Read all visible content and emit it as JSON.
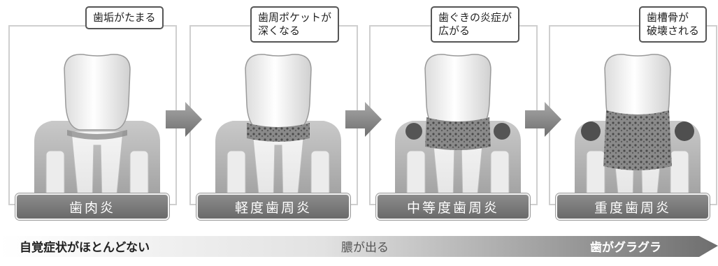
{
  "stages": [
    {
      "label": "歯肉炎",
      "callout": "歯垢がたまる"
    },
    {
      "label": "軽度歯周炎",
      "callout": "歯周ポケットが\n深くなる"
    },
    {
      "label": "中等度歯周炎",
      "callout": "歯ぐきの炎症が\n広がる"
    },
    {
      "label": "重度歯周炎",
      "callout": "歯槽骨が\n破壊される"
    }
  ],
  "progress": {
    "start": "自覚症状がほとんどない",
    "middle": "膿が出る",
    "end": "歯がグラグラ"
  },
  "colors": {
    "panel_border": "#cfcfcf",
    "label_bg": "#7a7a7a",
    "arrow": "#8a8a8a"
  }
}
